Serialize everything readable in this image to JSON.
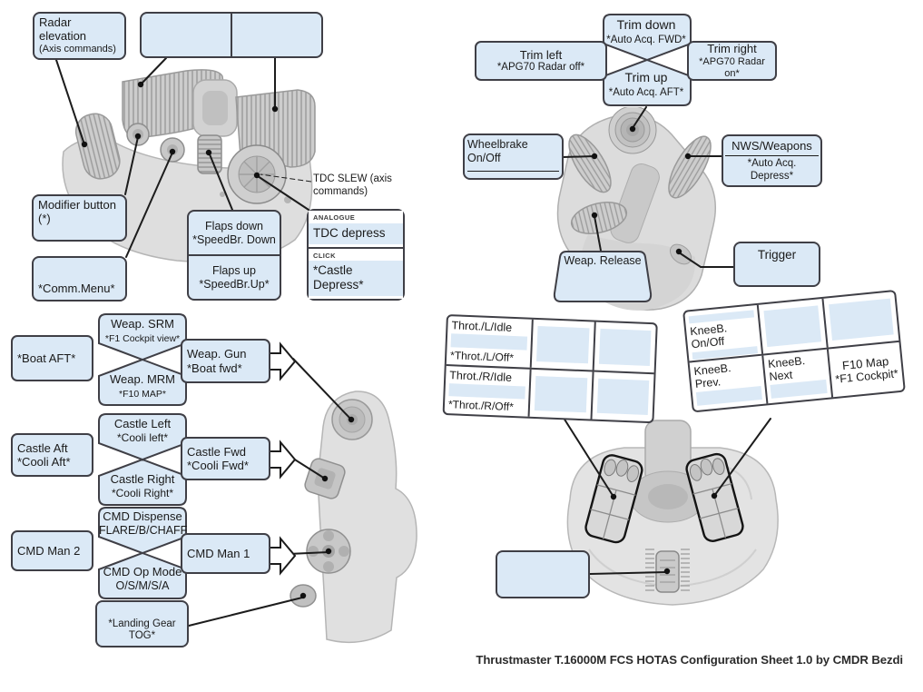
{
  "footer": "Thrustmaster T.16000M FCS HOTAS Configuration Sheet 1.0 by CMDR Bezdi",
  "colors": {
    "box_fill": "#dbe9f6",
    "box_border": "#3f3f46",
    "text": "#1a1a1a"
  },
  "throttle_top": {
    "radar_elevation": {
      "main": "Radar elevation",
      "sub": "(Axis commands)"
    },
    "modifier": {
      "main": "Modifier button (*)"
    },
    "comm_menu": "*Comm.Menu*",
    "flaps_down": {
      "main": "Flaps down",
      "sub": "*SpeedBr. Down"
    },
    "flaps_up": {
      "main": "Flaps up",
      "sub": "*SpeedBr.Up*"
    },
    "tdc_slew": {
      "line1": "TDC SLEW (axis",
      "line2": "commands)"
    },
    "tdc_analogue": {
      "header": "ANALOGUE",
      "value": "TDC depress"
    },
    "tdc_click": {
      "header": "CLICK",
      "value": "*Castle Depress*"
    }
  },
  "weap_hat": {
    "up": {
      "main": "Weap. SRM",
      "sub": "*F1 Cockpit view*"
    },
    "down": {
      "main": "Weap. MRM",
      "sub": "*F10 MAP*"
    },
    "left": {
      "main": "*Boat AFT*",
      "sub": ""
    },
    "right": {
      "main": "Weap. Gun",
      "sub": "*Boat fwd*"
    }
  },
  "castle_hat": {
    "up": {
      "main": "Castle Left",
      "sub": "*Cooli left*"
    },
    "down": {
      "main": "Castle Right",
      "sub": "*Cooli Right*"
    },
    "left": {
      "main": "Castle Aft",
      "sub": "*Cooli Aft*"
    },
    "right": {
      "main": "Castle Fwd",
      "sub": "*Cooli Fwd*"
    }
  },
  "cmd_hat": {
    "up": {
      "main": "CMD Dispense",
      "sub": "FLARE/B/CHAFF"
    },
    "down": {
      "main": "CMD Op Mode",
      "sub": "O/S/M/S/A"
    },
    "left": {
      "main": "CMD Man 2",
      "sub": ""
    },
    "right": {
      "main": "CMD Man 1",
      "sub": ""
    }
  },
  "landing_gear": "*Landing Gear TOG*",
  "trim_hat": {
    "up": {
      "main": "Trim down",
      "sub": "*Auto Acq. FWD*"
    },
    "down": {
      "main": "Trim up",
      "sub": "*Auto Acq. AFT*"
    },
    "left": {
      "main": "Trim left",
      "sub": "*APG70 Radar off*"
    },
    "right": {
      "main": "Trim right",
      "sub": "*APG70 Radar on*"
    }
  },
  "stick": {
    "wheelbrake": "Wheelbrake On/Off",
    "nws": {
      "main": "NWS/Weapons",
      "sub": "*Auto Acq. Depress*"
    },
    "weap_release": "Weap. Release",
    "trigger": "Trigger"
  },
  "throttle_axis_table": {
    "r1c1": {
      "main": "Throt./L/Idle",
      "sub": "*Throt./L/Off*"
    },
    "r2c1": {
      "main": "Throt./R/Idle",
      "sub": "*Throt./R/Off*"
    }
  },
  "kneeboard_table": {
    "r1c1": "KneeB. On/Off",
    "r2c1": "KneeB. Prev.",
    "r2c2": "KneeB. Next",
    "r2c3": {
      "main": "F10 Map",
      "sub": "*F1 Cockpit*"
    }
  }
}
